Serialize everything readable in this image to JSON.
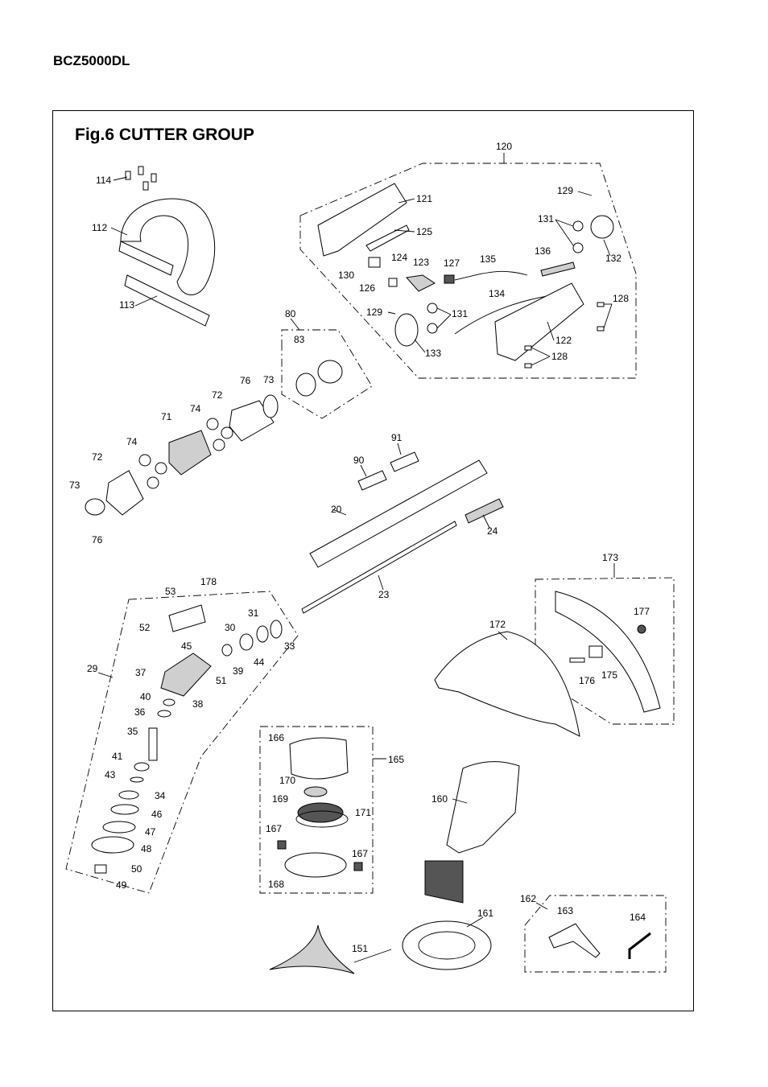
{
  "header": {
    "model": "BCZ5000DL"
  },
  "figure": {
    "title": "Fig.6  CUTTER GROUP",
    "part_labels": {
      "p20": "20",
      "p23": "23",
      "p24": "24",
      "p29": "29",
      "p30": "30",
      "p31": "31",
      "p33": "33",
      "p34": "34",
      "p35": "35",
      "p36": "36",
      "p37": "37",
      "p38": "38",
      "p39": "39",
      "p40": "40",
      "p41": "41",
      "p43": "43",
      "p44": "44",
      "p45": "45",
      "p46": "46",
      "p47": "47",
      "p48": "48",
      "p49": "49",
      "p50": "50",
      "p51": "51",
      "p52": "52",
      "p53": "53",
      "p71": "71",
      "p72a": "72",
      "p72b": "72",
      "p73a": "73",
      "p73b": "73",
      "p74a": "74",
      "p74b": "74",
      "p76a": "76",
      "p76b": "76",
      "p80": "80",
      "p83": "83",
      "p90": "90",
      "p91": "91",
      "p112": "112",
      "p113": "113",
      "p114": "114",
      "p120": "120",
      "p121": "121",
      "p122": "122",
      "p123": "123",
      "p124": "124",
      "p125": "125",
      "p126": "126",
      "p127": "127",
      "p128a": "128",
      "p128b": "128",
      "p129a": "129",
      "p129b": "129",
      "p130": "130",
      "p131a": "131",
      "p131b": "131",
      "p132": "132",
      "p133": "133",
      "p134": "134",
      "p135": "135",
      "p136": "136",
      "p151": "151",
      "p160": "160",
      "p161": "161",
      "p162": "162",
      "p163": "163",
      "p164": "164",
      "p165": "165",
      "p166": "166",
      "p167a": "167",
      "p167b": "167",
      "p168": "168",
      "p169": "169",
      "p170": "170",
      "p171": "171",
      "p172": "172",
      "p173": "173",
      "p175": "175",
      "p176": "176",
      "p177": "177",
      "p178": "178"
    }
  }
}
